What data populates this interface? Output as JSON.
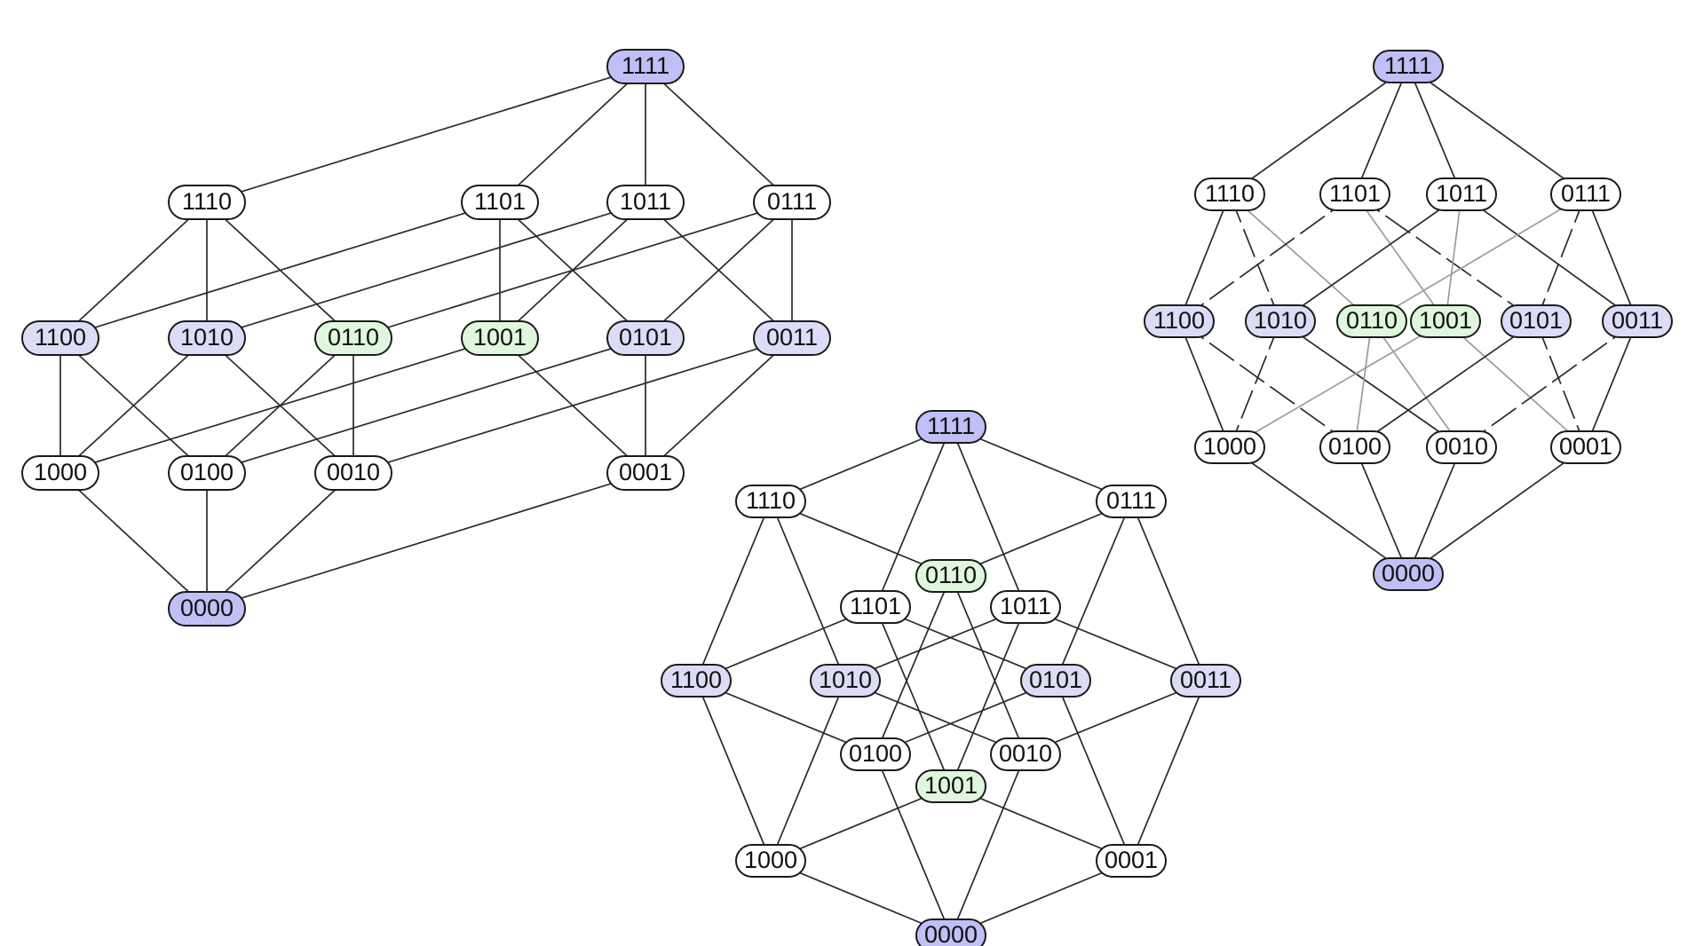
{
  "colors": {
    "white": "#ffffff",
    "blue": "#bfc0f5",
    "lightblue": "#dcdcf6",
    "green": "#dff7dc",
    "edge": "#2a2a2a",
    "edge_gray": "#9c9c9c"
  },
  "diagrams": [
    {
      "name": "left",
      "nodes": [
        {
          "id": "1111",
          "label": "1111",
          "color": "blue"
        },
        {
          "id": "1110",
          "label": "1110",
          "color": "white"
        },
        {
          "id": "1101",
          "label": "1101",
          "color": "white"
        },
        {
          "id": "1011",
          "label": "1011",
          "color": "white"
        },
        {
          "id": "0111",
          "label": "0111",
          "color": "white"
        },
        {
          "id": "1100",
          "label": "1100",
          "color": "lightblue"
        },
        {
          "id": "1010",
          "label": "1010",
          "color": "lightblue"
        },
        {
          "id": "0110",
          "label": "0110",
          "color": "green"
        },
        {
          "id": "1001",
          "label": "1001",
          "color": "green"
        },
        {
          "id": "0101",
          "label": "0101",
          "color": "lightblue"
        },
        {
          "id": "0011",
          "label": "0011",
          "color": "lightblue"
        },
        {
          "id": "1000",
          "label": "1000",
          "color": "white"
        },
        {
          "id": "0100",
          "label": "0100",
          "color": "white"
        },
        {
          "id": "0010",
          "label": "0010",
          "color": "white"
        },
        {
          "id": "0001",
          "label": "0001",
          "color": "white"
        },
        {
          "id": "0000",
          "label": "0000",
          "color": "blue"
        }
      ]
    },
    {
      "name": "center",
      "nodes": [
        {
          "id": "1111",
          "label": "1111",
          "color": "blue"
        },
        {
          "id": "1110",
          "label": "1110",
          "color": "white"
        },
        {
          "id": "0111",
          "label": "0111",
          "color": "white"
        },
        {
          "id": "0110",
          "label": "0110",
          "color": "green"
        },
        {
          "id": "1101",
          "label": "1101",
          "color": "white"
        },
        {
          "id": "1011",
          "label": "1011",
          "color": "white"
        },
        {
          "id": "1100",
          "label": "1100",
          "color": "lightblue"
        },
        {
          "id": "1010",
          "label": "1010",
          "color": "lightblue"
        },
        {
          "id": "0101",
          "label": "0101",
          "color": "lightblue"
        },
        {
          "id": "0011",
          "label": "0011",
          "color": "lightblue"
        },
        {
          "id": "0100",
          "label": "0100",
          "color": "white"
        },
        {
          "id": "0010",
          "label": "0010",
          "color": "white"
        },
        {
          "id": "1001",
          "label": "1001",
          "color": "green"
        },
        {
          "id": "1000",
          "label": "1000",
          "color": "white"
        },
        {
          "id": "0001",
          "label": "0001",
          "color": "white"
        },
        {
          "id": "0000",
          "label": "0000",
          "color": "blue"
        }
      ]
    },
    {
      "name": "right",
      "nodes": [
        {
          "id": "1111",
          "label": "1111",
          "color": "blue"
        },
        {
          "id": "1110",
          "label": "1110",
          "color": "white"
        },
        {
          "id": "1101",
          "label": "1101",
          "color": "white"
        },
        {
          "id": "1011",
          "label": "1011",
          "color": "white"
        },
        {
          "id": "0111",
          "label": "0111",
          "color": "white"
        },
        {
          "id": "1100",
          "label": "1100",
          "color": "lightblue"
        },
        {
          "id": "1010",
          "label": "1010",
          "color": "lightblue"
        },
        {
          "id": "0110",
          "label": "0110",
          "color": "green"
        },
        {
          "id": "1001",
          "label": "1001",
          "color": "green"
        },
        {
          "id": "0101",
          "label": "0101",
          "color": "lightblue"
        },
        {
          "id": "0011",
          "label": "0011",
          "color": "lightblue"
        },
        {
          "id": "1000",
          "label": "1000",
          "color": "white"
        },
        {
          "id": "0100",
          "label": "0100",
          "color": "white"
        },
        {
          "id": "0010",
          "label": "0010",
          "color": "white"
        },
        {
          "id": "0001",
          "label": "0001",
          "color": "white"
        },
        {
          "id": "0000",
          "label": "0000",
          "color": "blue"
        }
      ]
    }
  ]
}
